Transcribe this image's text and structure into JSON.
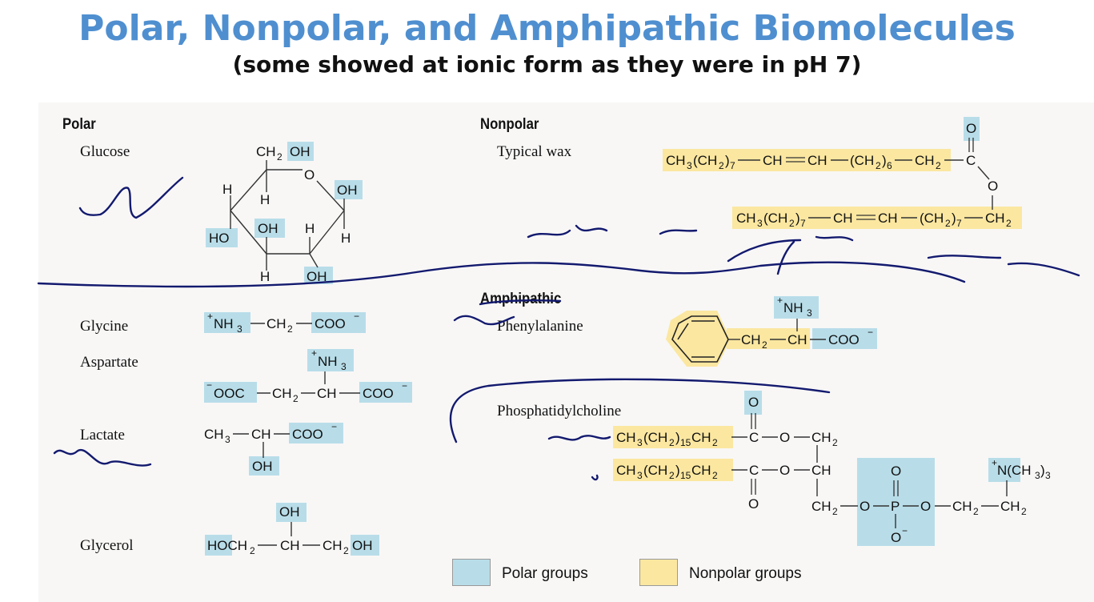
{
  "title": "Polar, Nonpolar, and Amphipathic Biomolecules",
  "subtitle": "(some showed at ionic form as they were in pH 7)",
  "sections": {
    "polar": "Polar",
    "nonpolar": "Nonpolar",
    "amphipathic": "Amphipathic"
  },
  "molecules": {
    "glucose": "Glucose",
    "glycine": "Glycine",
    "aspartate": "Aspartate",
    "lactate": "Lactate",
    "glycerol": "Glycerol",
    "wax": "Typical wax",
    "phenylalanine": "Phenylalanine",
    "phosphatidylcholine": "Phosphatidylcholine"
  },
  "legend": {
    "polar": "Polar groups",
    "nonpolar": "Nonpolar groups"
  },
  "colors": {
    "polar": "#b8dde9",
    "nonpolar": "#fbe7a0",
    "title": "#4f8fd0",
    "ink": "#111a6e"
  }
}
